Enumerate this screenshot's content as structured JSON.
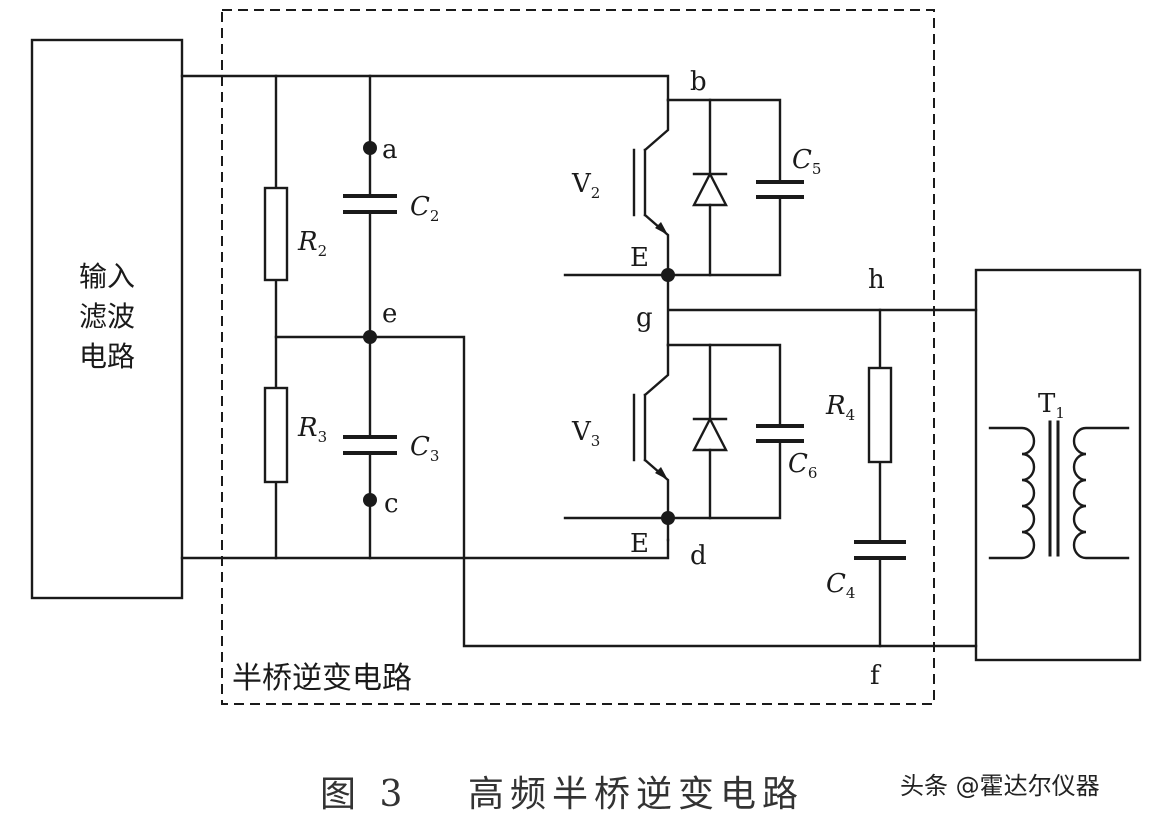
{
  "blocks": {
    "input_filter_line1": "输入",
    "input_filter_line2": "滤波",
    "input_filter_line3": "电路",
    "inverter_region": "半桥逆变电路"
  },
  "nodes": {
    "a": "a",
    "b": "b",
    "c": "c",
    "d": "d",
    "e": "e",
    "f": "f",
    "g": "g",
    "h": "h"
  },
  "components": {
    "C2": {
      "letter": "C",
      "sub": "2"
    },
    "C3": {
      "letter": "C",
      "sub": "3"
    },
    "C4": {
      "letter": "C",
      "sub": "4"
    },
    "C5": {
      "letter": "C",
      "sub": "5"
    },
    "C6": {
      "letter": "C",
      "sub": "6"
    },
    "R2": {
      "letter": "R",
      "sub": "2"
    },
    "R3": {
      "letter": "R",
      "sub": "3"
    },
    "R4": {
      "letter": "R",
      "sub": "4"
    },
    "V2": {
      "letter": "V",
      "sub": "2"
    },
    "V3": {
      "letter": "V",
      "sub": "3"
    },
    "T1": {
      "letter": "T",
      "sub": "1"
    },
    "E_upper": "E",
    "E_lower": "E"
  },
  "caption": {
    "figure": "图 3",
    "title": "高频半桥逆变电路"
  },
  "watermark": "头条 @霍达尔仪器"
}
